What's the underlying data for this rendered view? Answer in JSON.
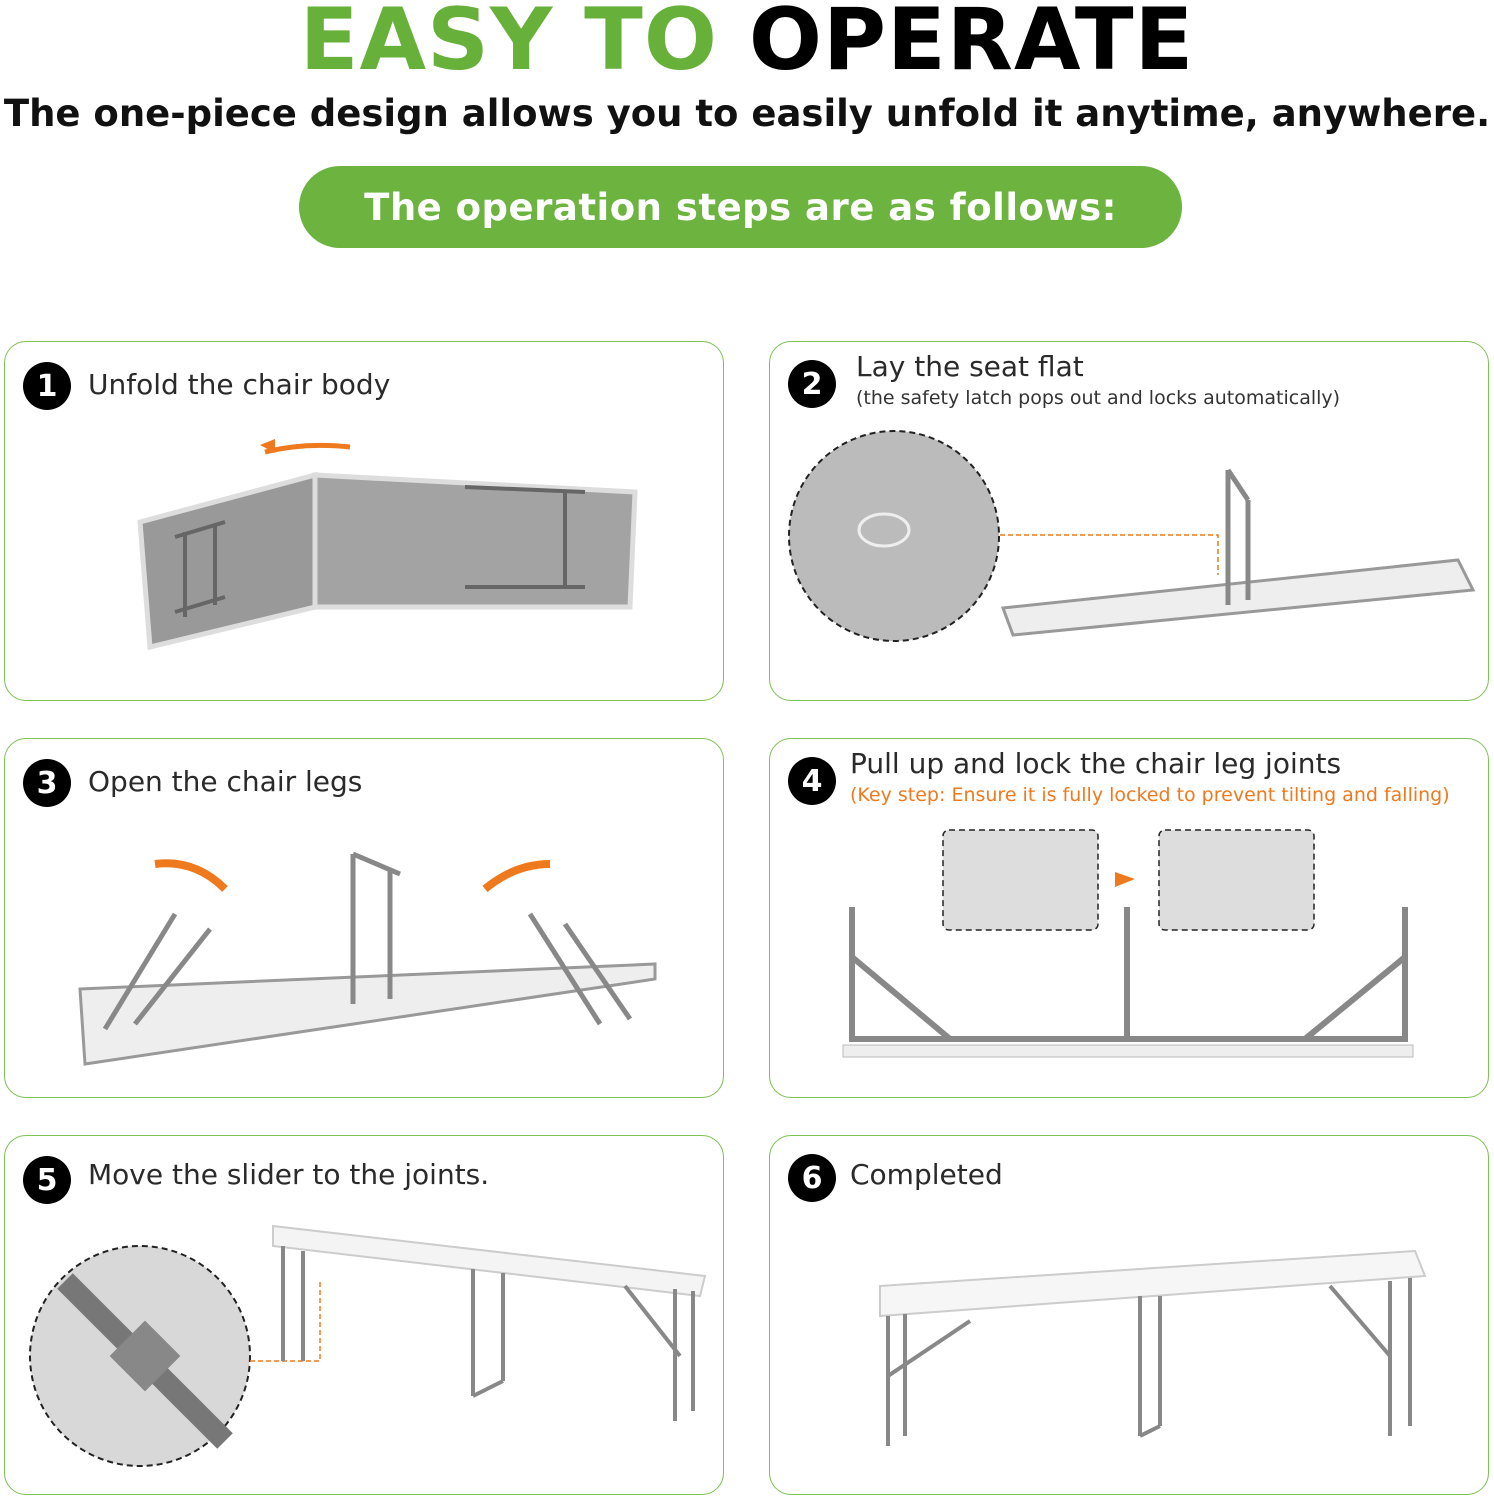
{
  "header": {
    "title_green": "EASY TO",
    "title_black": "OPERATE",
    "subtitle": "The one-piece design allows you to easily unfold it anytime, anywhere.",
    "banner": "The operation steps are as follows:"
  },
  "colors": {
    "green": "#6cb33f",
    "orange": "#ef7a1e",
    "frame": "#8a8a8a"
  },
  "steps": [
    {
      "number": "1",
      "title": "Unfold the chair body"
    },
    {
      "number": "2",
      "title": "Lay the seat flat",
      "note": "(the safety latch pops out and locks automatically)"
    },
    {
      "number": "3",
      "title": "Open the chair legs"
    },
    {
      "number": "4",
      "title": "Pull up and lock the chair leg joints",
      "note": "(Key step: Ensure it is fully locked to prevent tilting and falling)"
    },
    {
      "number": "5",
      "title": "Move the slider to the joints."
    },
    {
      "number": "6",
      "title": "Completed"
    }
  ]
}
